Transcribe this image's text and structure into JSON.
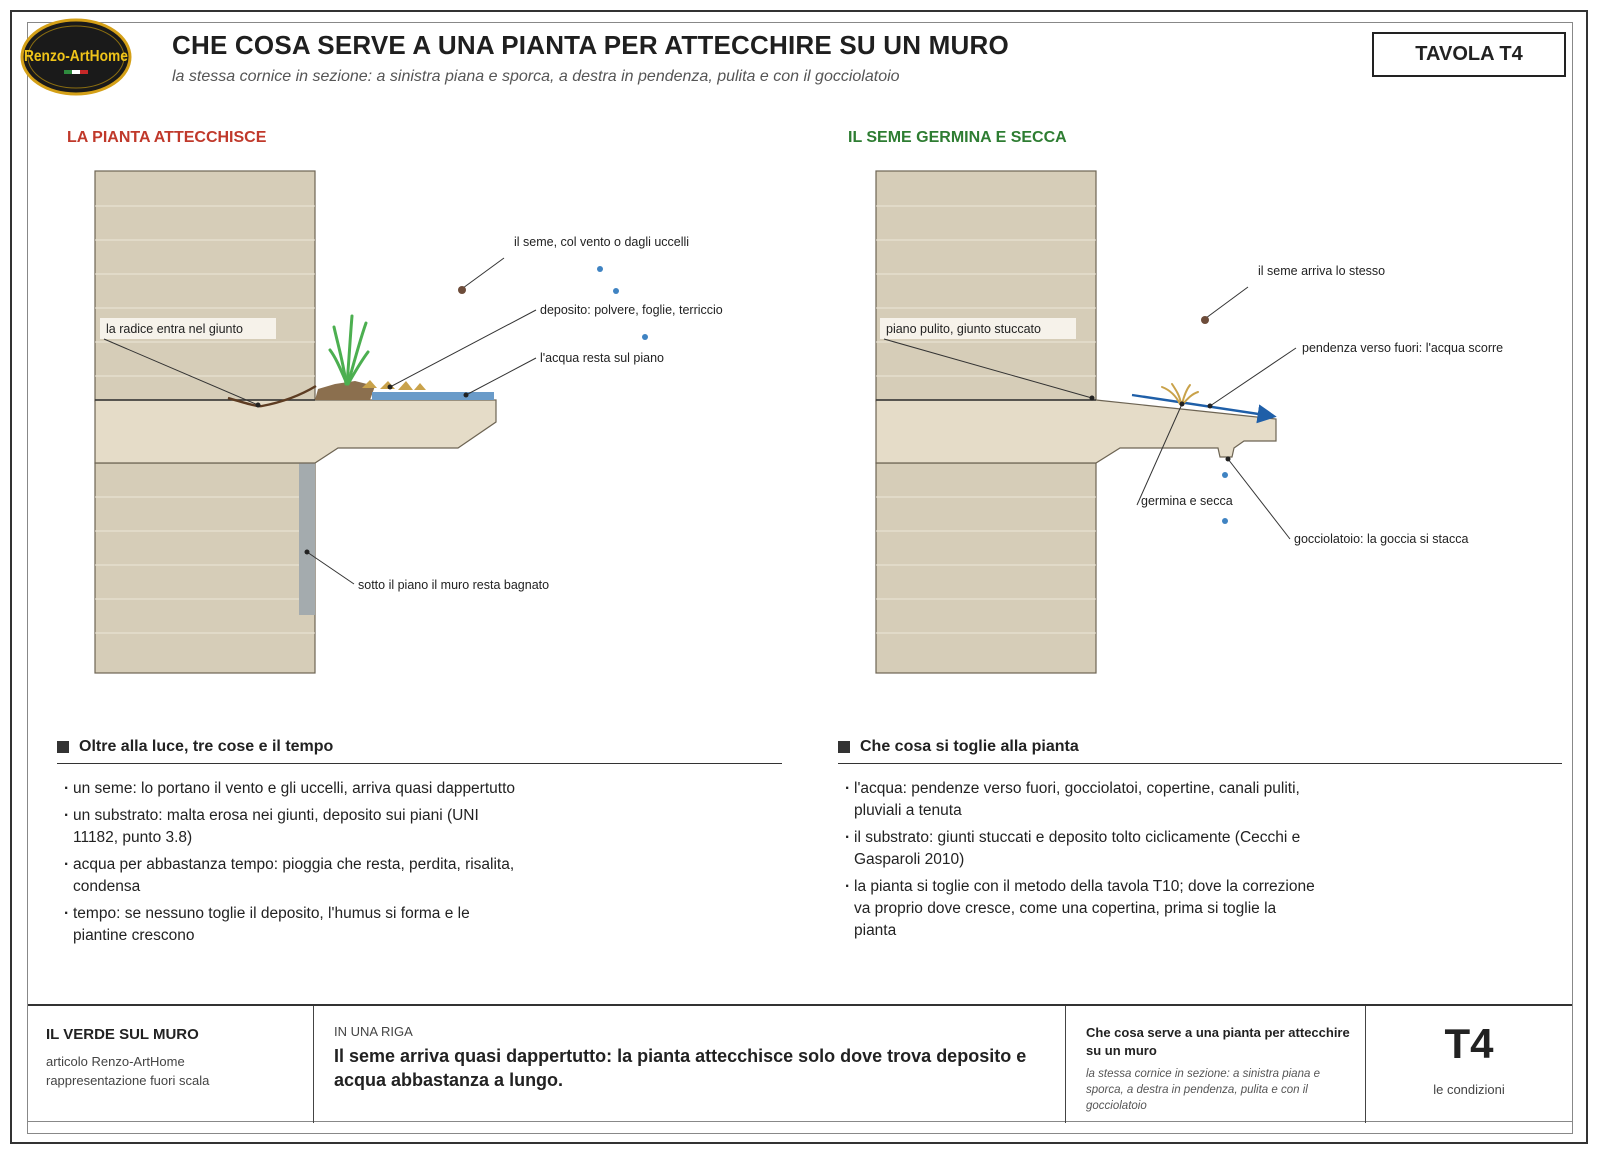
{
  "header": {
    "logo_text": "Renzo-ArtHome",
    "title": "CHE COSA SERVE A UNA PIANTA PER ATTECCHIRE SU UN MURO",
    "subtitle": "la stessa cornice in sezione: a sinistra piana e sporca, a destra in pendenza, pulita e con il gocciolatoio",
    "tavola": "TAVOLA T4"
  },
  "left_panel": {
    "heading": "LA PIANTA ATTECCHISCE",
    "heading_color": "#c0392b",
    "labels": {
      "seed": "il seme, col vento o dagli uccelli",
      "deposit": "deposito: polvere, foglie, terriccio",
      "water": "l'acqua resta sul piano",
      "root": "la radice entra nel giunto",
      "wet_wall": "sotto il piano il muro resta bagnato"
    }
  },
  "right_panel": {
    "heading": "IL SEME GERMINA E SECCA",
    "heading_color": "#2e7d32",
    "labels": {
      "seed": "il seme arriva lo stesso",
      "slope": "pendenza verso fuori: l'acqua scorre",
      "clean": "piano pulito, giunto stuccato",
      "dries": "germina e secca",
      "drip": "gocciolatoio: la goccia si stacca"
    }
  },
  "colors": {
    "wall": "#d6cdb8",
    "cornice": "#e5dcc8",
    "outline": "#6d6453",
    "water": "#6a9bc9",
    "plant": "#4caf50",
    "dry_plant": "#c9a24a",
    "seed": "#6d4c3a",
    "arrow": "#1f5fa8",
    "wet": "#a4abae"
  },
  "sections": {
    "left": {
      "title": "Oltre alla luce, tre cose e il tempo",
      "items": [
        "un seme: lo portano il vento e gli uccelli, arriva quasi dappertutto",
        "un substrato: malta erosa nei giunti, deposito sui piani (UNI 11182, punto 3.8)",
        "acqua per abbastanza tempo: pioggia che resta, perdita, risalita, condensa",
        "tempo: se nessuno toglie il deposito, l'humus si forma e le piantine crescono"
      ]
    },
    "right": {
      "title": "Che cosa si toglie alla pianta",
      "items": [
        "l'acqua: pendenze verso fuori, gocciolatoi, copertine, canali puliti, pluviali a tenuta",
        "il substrato: giunti stuccati e deposito tolto ciclicamente (Cecchi e Gasparoli 2010)",
        "la pianta si toglie con il metodo della tavola T10; dove la correzione va proprio dove cresce, come una copertina, prima si toglie la pianta"
      ]
    }
  },
  "footer": {
    "series": "IL VERDE SUL MURO",
    "article": "articolo Renzo-ArtHome",
    "scale_note": "rappresentazione fuori scala",
    "oneline_label": "IN UNA RIGA",
    "oneline": "Il seme arriva quasi dappertutto: la pianta attecchisce solo dove trova deposito e acqua abbastanza a lungo.",
    "title": "Che cosa serve a una pianta per attecchire su un muro",
    "subtitle": "la stessa cornice in sezione: a sinistra piana e sporca, a destra in pendenza, pulita e con il gocciolatoio",
    "code": "T4",
    "code_caption": "le condizioni"
  }
}
